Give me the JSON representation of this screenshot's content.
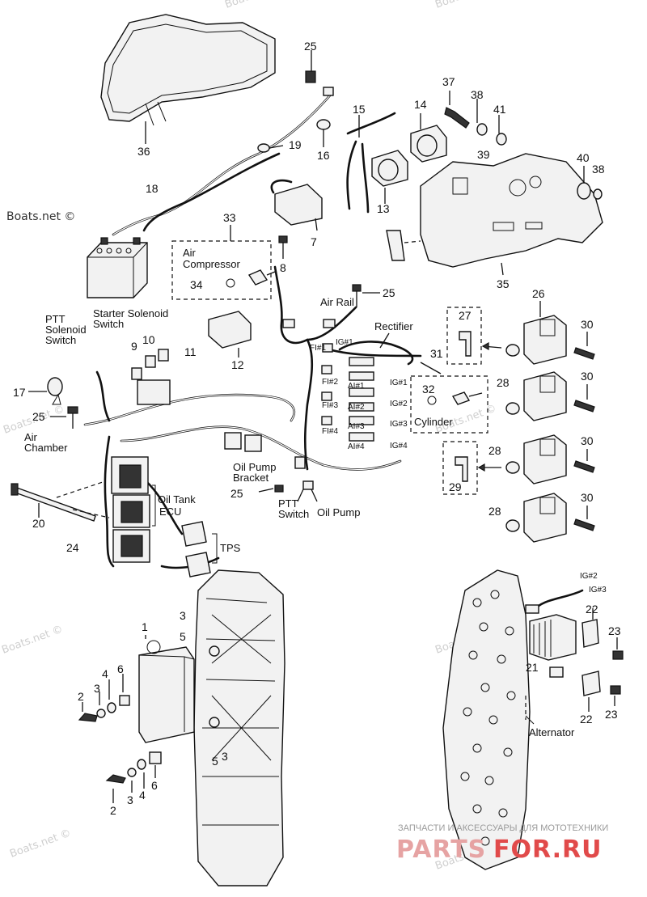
{
  "watermarks": [
    "Boats.net ©",
    "Boats.net ©",
    "Boats.net ©",
    "Boats.net ©",
    "Boats.net ©",
    "Boats.net ©",
    "Boats.net ©",
    "Boats.net ©",
    "Boats.net ©"
  ],
  "part_numbers": [
    "25",
    "37",
    "38",
    "41",
    "15",
    "14",
    "36",
    "19",
    "16",
    "40",
    "38",
    "39",
    "18",
    "13",
    "33",
    "7",
    "8",
    "35",
    "34",
    "25",
    "26",
    "27",
    "30",
    "31",
    "28",
    "30",
    "32",
    "17",
    "25",
    "28",
    "30",
    "29",
    "30",
    "28",
    "20",
    "24",
    "25",
    "3",
    "1",
    "5",
    "22",
    "23",
    "4",
    "6",
    "21",
    "2",
    "3",
    "22",
    "23",
    "5",
    "3",
    "2",
    "3",
    "4",
    "6",
    "9",
    "10",
    "11",
    "12"
  ],
  "labels": {
    "air_compressor": [
      "Air",
      "Compressor"
    ],
    "air_rail": "Air Rail",
    "rectifier": "Rectifier",
    "ptt_solenoid_switch": [
      "PTT",
      "Solenoid",
      "Switch"
    ],
    "starter_solenoid_switch": [
      "Starter Solenoid",
      "Switch"
    ],
    "air_chamber": [
      "Air",
      "Chamber"
    ],
    "oil_pump_bracket": [
      "Oil Pump",
      "Bracket"
    ],
    "ptt_switch": [
      "PTT",
      "Switch"
    ],
    "oil_pump": "Oil Pump",
    "oil_tank": "Oil Tank",
    "ecu": "ECU",
    "tps": "TPS",
    "cylinder": "Cylinder",
    "alternator": "Alternator",
    "fi": [
      "FI#1",
      "FI#2",
      "FI#3",
      "FI#4"
    ],
    "ig": [
      "IG#1",
      "IG#1",
      "IG#2",
      "IG#3",
      "IG#4"
    ],
    "ai": [
      "AI#1",
      "AI#2",
      "AI#3",
      "AI#4"
    ],
    "ig_alt": [
      "IG#2",
      "IG#3"
    ]
  },
  "footer": {
    "tagline": "ЗАПЧАСТИ И АКСЕССУАРЫ ДЛЯ МОТОТЕХНИКИ",
    "brand_a": "PARTS",
    "brand_b": "FOR.RU"
  }
}
